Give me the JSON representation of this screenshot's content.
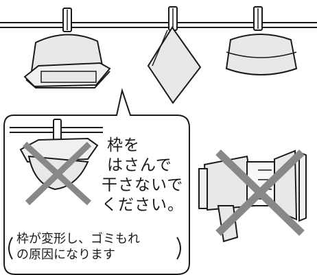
{
  "callout": {
    "lines": [
      "枠を",
      "はさんで",
      "干さないで",
      "ください。"
    ]
  },
  "reason": {
    "lines": [
      "枠が変形し、ゴミもれ",
      "の原因になります"
    ]
  },
  "colors": {
    "line": "#1a1a1a",
    "fabric": "#e8e8e8",
    "frame": "#f0f0f0",
    "cross": "#888888"
  }
}
